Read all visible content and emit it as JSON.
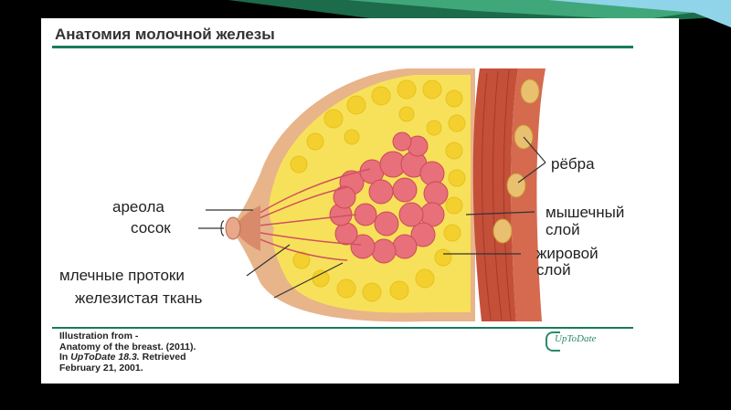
{
  "slide": {
    "title": "Анатомия молочной железы"
  },
  "labels": {
    "areola": "ареола",
    "nipple": "сосок",
    "ducts": "млечные протоки",
    "glandular": "железистая ткань",
    "ribs": "рёбра",
    "muscle_line1": "мышечный",
    "muscle_line2": "слой",
    "fat_line1": "жировой",
    "fat_line2": "слой"
  },
  "credit": {
    "line1": "Illustration from -",
    "line2": "Anatomy of the breast.  (2011).",
    "line3_pre": "In ",
    "line3_italic": "UpToDate 18.3.",
    "line3_post": " Retrieved",
    "line4": "February 21, 2001."
  },
  "logo": {
    "text": "UpToDate"
  },
  "colors": {
    "accent_rule": "#1a7a5e",
    "skin": "#e8b48a",
    "fat": "#f7e15a",
    "gland": "#e8707a",
    "muscle": "#c4503a",
    "rib": "#e8c070"
  }
}
